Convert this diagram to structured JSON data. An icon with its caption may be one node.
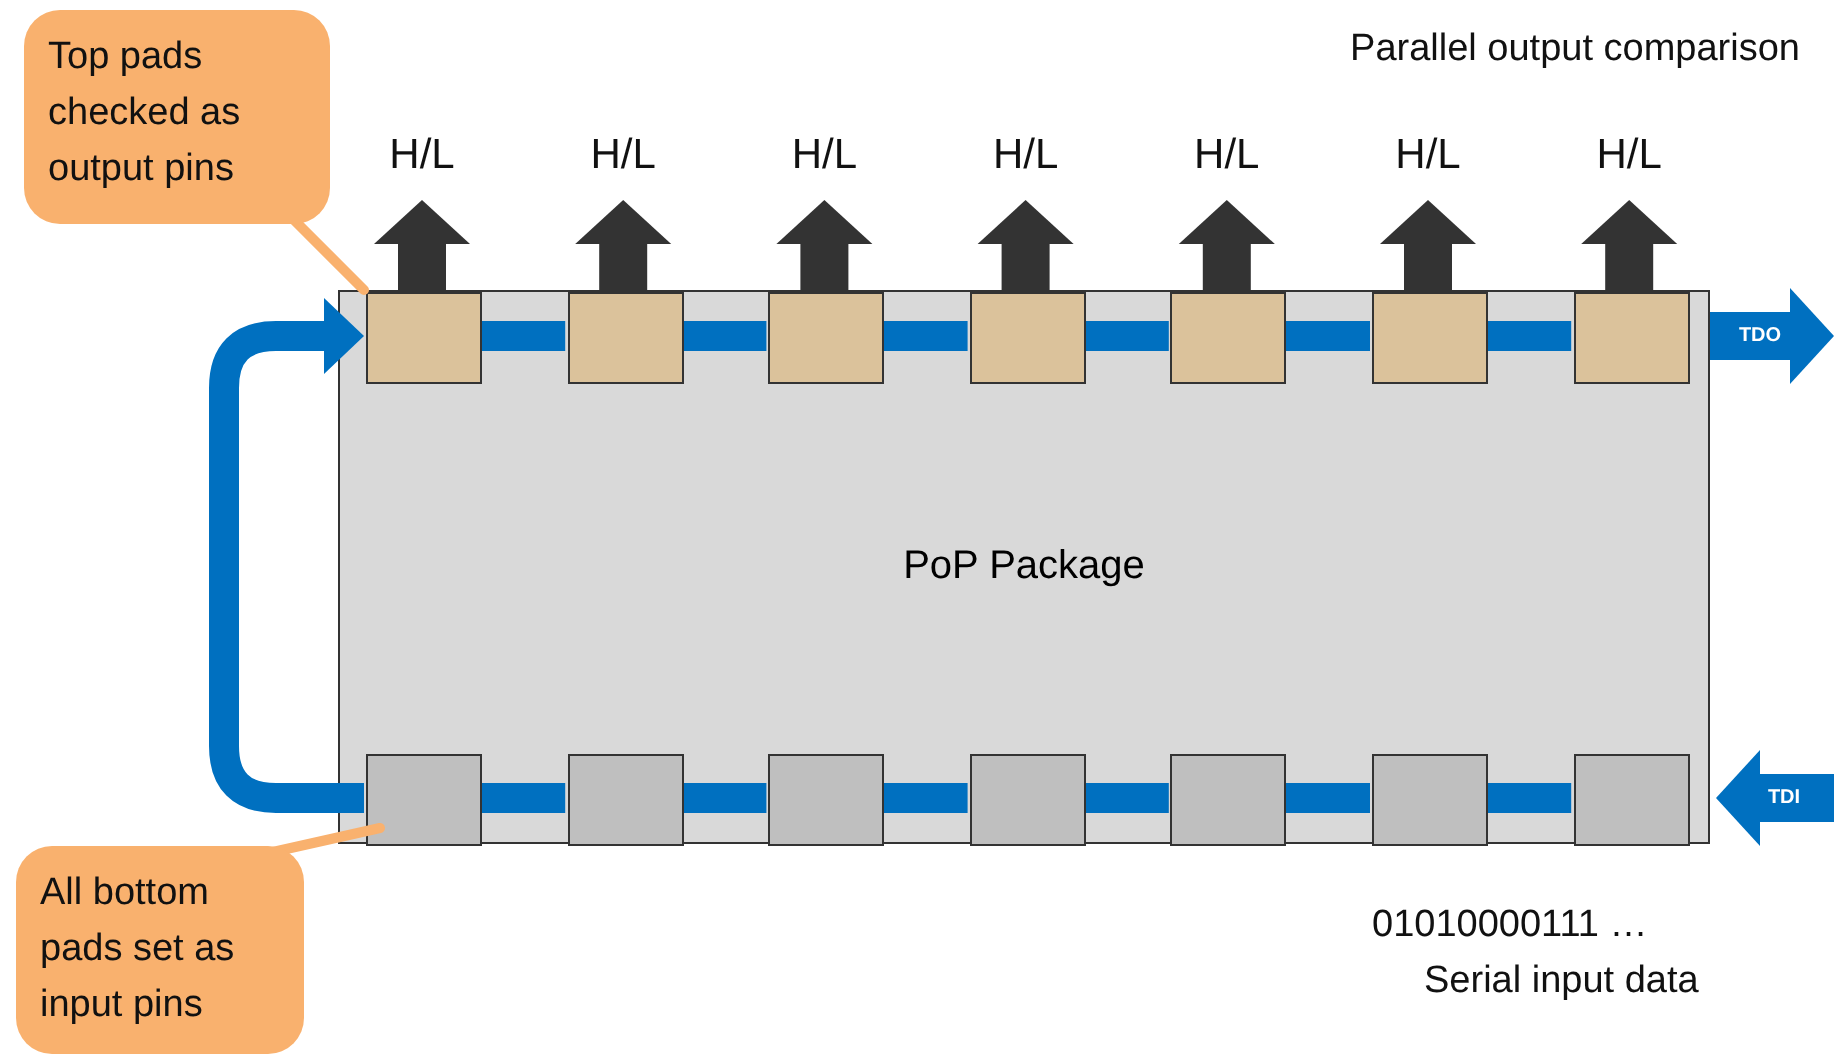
{
  "diagram": {
    "nodes": [
      {
        "text": [
          "PoP Package"
        ]
      },
      {
        "text": [],
        "shape": "box",
        "in": 0
      },
      {
        "text": [],
        "shape": "box",
        "in": 0
      },
      {
        "text": [],
        "shape": "box",
        "in": 0
      },
      {
        "text": [],
        "shape": "box",
        "in": 0
      },
      {
        "text": [],
        "shape": "box",
        "in": 0
      },
      {
        "text": [],
        "shape": "box",
        "in": 0
      },
      {
        "text": [],
        "shape": "box",
        "in": 0
      },
      {
        "text": [],
        "shape": "box",
        "in": 0
      },
      {
        "text": [],
        "shape": "box",
        "in": 0
      },
      {
        "text": [],
        "shape": "box",
        "in": 0
      },
      {
        "text": [],
        "shape": "box",
        "in": 0
      },
      {
        "text": [],
        "shape": "box",
        "in": 0
      },
      {
        "text": [],
        "shape": "box",
        "in": 0
      },
      {
        "text": [],
        "shape": "box",
        "in": 0
      },
      {
        "text": [
          "Top pads checked as output pins"
        ]
      },
      {
        "text": [
          "All bottom pads set as input pins"
        ]
      }
    ],
    "edges": [
      {
        "from": 15,
        "to": 1,
        "arrow": "none",
        "color": "#f9b16e"
      },
      {
        "from": 16,
        "to": 8,
        "arrow": "none",
        "color": "#f9b16e"
      },
      {
        "from": 1,
        "to": null,
        "arrow": "to",
        "label": "H/L",
        "color": "#333333"
      },
      {
        "from": 2,
        "to": null,
        "arrow": "to",
        "label": "H/L",
        "color": "#333333"
      },
      {
        "from": 3,
        "to": null,
        "arrow": "to",
        "label": "H/L",
        "color": "#333333"
      },
      {
        "from": 4,
        "to": null,
        "arrow": "to",
        "label": "H/L",
        "color": "#333333"
      },
      {
        "from": 5,
        "to": null,
        "arrow": "to",
        "label": "H/L",
        "color": "#333333"
      },
      {
        "from": 6,
        "to": null,
        "arrow": "to",
        "label": "H/L",
        "color": "#333333"
      },
      {
        "from": 7,
        "to": null,
        "arrow": "to",
        "label": "H/L",
        "color": "#333333"
      },
      {
        "from": 14,
        "to": 13,
        "arrow": "none"
      },
      {
        "from": 13,
        "to": 12,
        "arrow": "none"
      },
      {
        "from": 12,
        "to": 11,
        "arrow": "none"
      },
      {
        "from": 11,
        "to": 10,
        "arrow": "none"
      },
      {
        "from": 10,
        "to": 9,
        "arrow": "none"
      },
      {
        "from": 9,
        "to": 8,
        "arrow": "none"
      },
      {
        "from": 8,
        "to": 1,
        "arrow": "to"
      },
      {
        "from": 1,
        "to": 2,
        "arrow": "none"
      },
      {
        "from": 2,
        "to": 3,
        "arrow": "none"
      },
      {
        "from": 3,
        "to": 4,
        "arrow": "none"
      },
      {
        "from": 4,
        "to": 5,
        "arrow": "none"
      },
      {
        "from": 5,
        "to": 6,
        "arrow": "none"
      },
      {
        "from": 6,
        "to": 7,
        "arrow": "none"
      },
      {
        "from": 0,
        "to": null,
        "arrow": "to",
        "label": "TDO"
      },
      {
        "from": null,
        "to": 0,
        "arrow": "to",
        "label": "TDI"
      }
    ],
    "labels": [
      "Parallel output comparison",
      "01010000111 …",
      "Serial input data"
    ]
  }
}
